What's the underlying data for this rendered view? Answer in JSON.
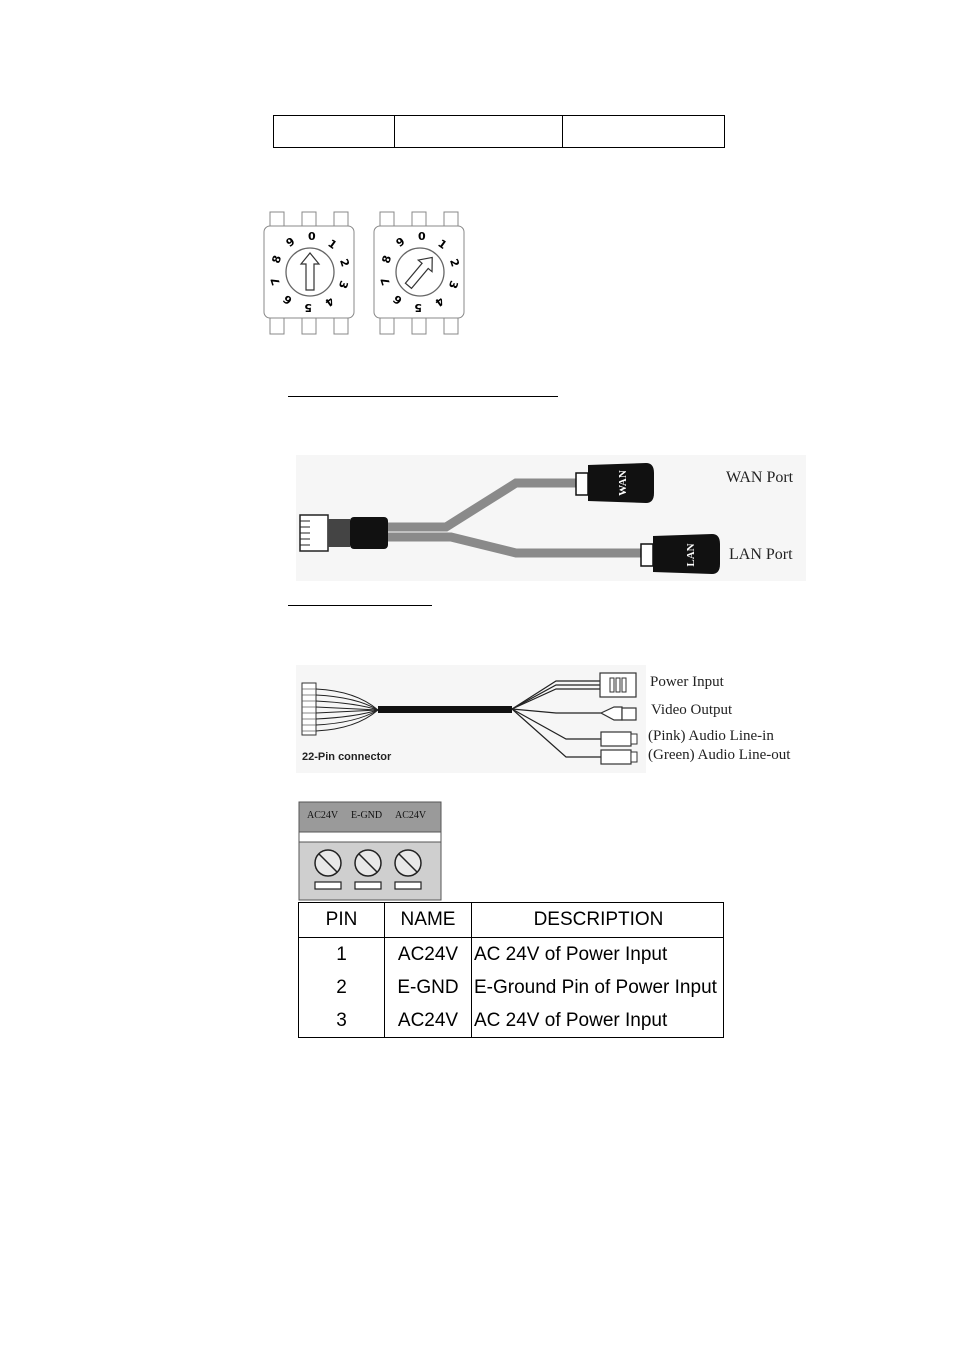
{
  "rotary_switches": {
    "dial_digits": [
      "0",
      "1",
      "2",
      "3",
      "4",
      "5",
      "6",
      "7",
      "8",
      "9"
    ]
  },
  "network_cable": {
    "wan_port_label": "WAN Port",
    "lan_port_label": "LAN Port",
    "wan_plug_text": "WAN",
    "lan_plug_text": "LAN"
  },
  "multi_cable": {
    "connector_label": "22-Pin connector",
    "outputs": [
      "Power Input",
      "Video Output",
      "(Pink) Audio Line-in",
      "(Green) Audio Line-out"
    ]
  },
  "terminal_block": {
    "labels": [
      "AC24V",
      "E-GND",
      "AC24V"
    ]
  },
  "pin_table": {
    "headers": [
      "PIN",
      "NAME",
      "DESCRIPTION"
    ],
    "rows": [
      [
        "1",
        "AC24V",
        "AC 24V of Power Input"
      ],
      [
        "2",
        "E-GND",
        "E-Ground Pin of Power Input"
      ],
      [
        "3",
        "AC24V",
        "AC 24V of Power Input"
      ]
    ]
  }
}
